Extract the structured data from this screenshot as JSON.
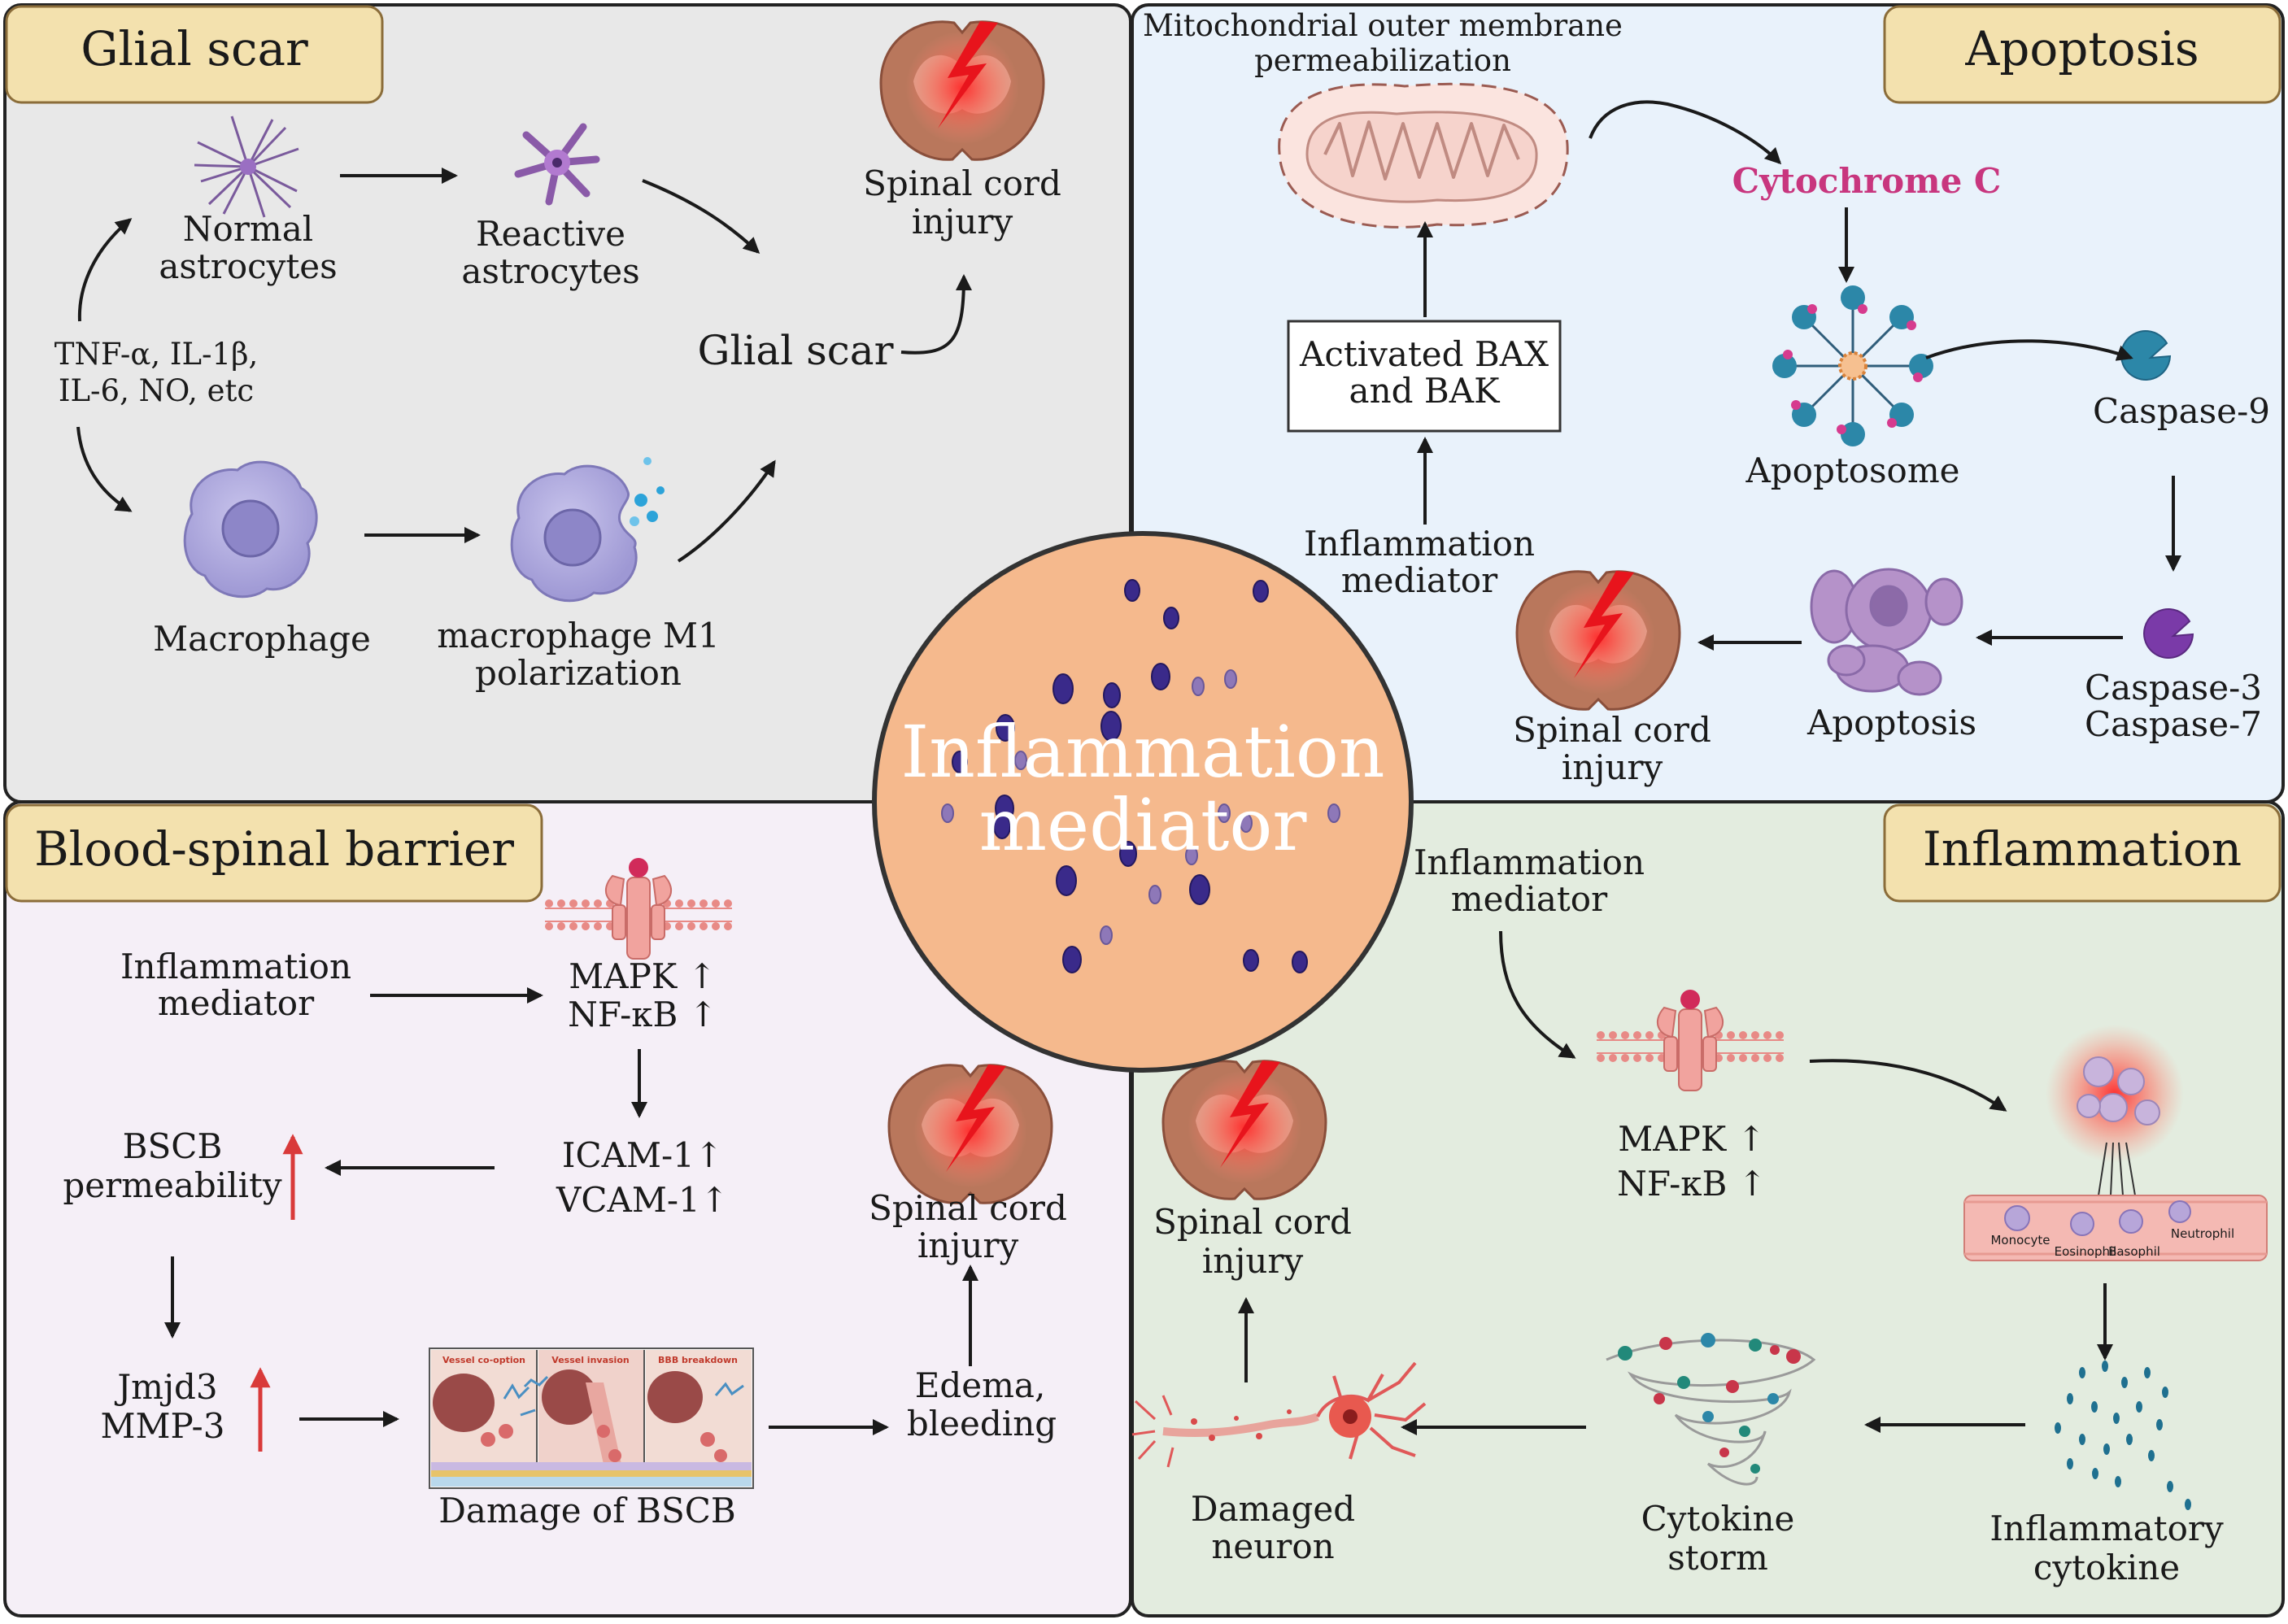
{
  "center": {
    "line1": "Inflammation",
    "line2": "mediator"
  },
  "glial": {
    "title": "Glial scar",
    "normal": [
      "Normal",
      "astrocytes"
    ],
    "reactive": [
      "Reactive",
      "astrocytes"
    ],
    "sci": [
      "Spinal cord",
      "injury"
    ],
    "cytokines": [
      "TNF-α, IL-1β,",
      "IL-6, NO, etc"
    ],
    "scar": "Glial scar",
    "macrophage": "Macrophage",
    "m1": [
      "macrophage M1",
      "polarization"
    ]
  },
  "apoptosis": {
    "title": "Apoptosis",
    "momp": [
      "Mitochondrial outer membrane",
      "permeabilization"
    ],
    "cytochrome": "Cytochrome C",
    "bax": [
      "Activated BAX",
      "and BAK"
    ],
    "apoptosome": "Apoptosome",
    "casp9": "Caspase-9",
    "mediator": [
      "Inflammation",
      "mediator"
    ],
    "casp37": [
      "Caspase-3",
      "Caspase-7"
    ],
    "apoptosis_label": "Apoptosis",
    "sci": [
      "Spinal cord",
      "injury"
    ]
  },
  "bscb": {
    "title": "Blood-spinal barrier",
    "mediator": [
      "Inflammation",
      "mediator"
    ],
    "mapk": [
      "MAPK ↑",
      "NF-κB ↑"
    ],
    "icam": [
      "ICAM-1↑",
      "VCAM-1↑"
    ],
    "perm": [
      "BSCB",
      "permeability"
    ],
    "sci": [
      "Spinal cord",
      "injury"
    ],
    "jmjd": [
      "Jmjd3",
      "MMP-3"
    ],
    "panels": [
      "Vessel co-option",
      "Vessel invasion",
      "BBB breakdown"
    ],
    "damage": "Damage of BSCB",
    "edema": [
      "Edema,",
      "bleeding"
    ]
  },
  "inflammation": {
    "title": "Inflammation",
    "mediator": [
      "Inflammation",
      "mediator"
    ],
    "mapk": [
      "MAPK ↑",
      "NF-κB ↑"
    ],
    "sci": [
      "Spinal cord",
      "injury"
    ],
    "cells": [
      "Monocyte",
      "Eosinophil",
      "Basophil",
      "Neutrophil"
    ],
    "neuron": [
      "Damaged",
      "neuron"
    ],
    "storm": [
      "Cytokine",
      "storm"
    ],
    "cytokine": [
      "Inflammatory",
      "cytokine"
    ]
  },
  "colors": {
    "q1_bg": "#e8e8e8",
    "q2_bg": "#e9f2fb",
    "q3_bg": "#f5eff7",
    "q4_bg": "#e3ecdf",
    "title_fill": "#f3e1ae",
    "hub_fill": "#f5b98d",
    "accent_red": "#d93a3a",
    "cytochrome": "#c8367e"
  }
}
